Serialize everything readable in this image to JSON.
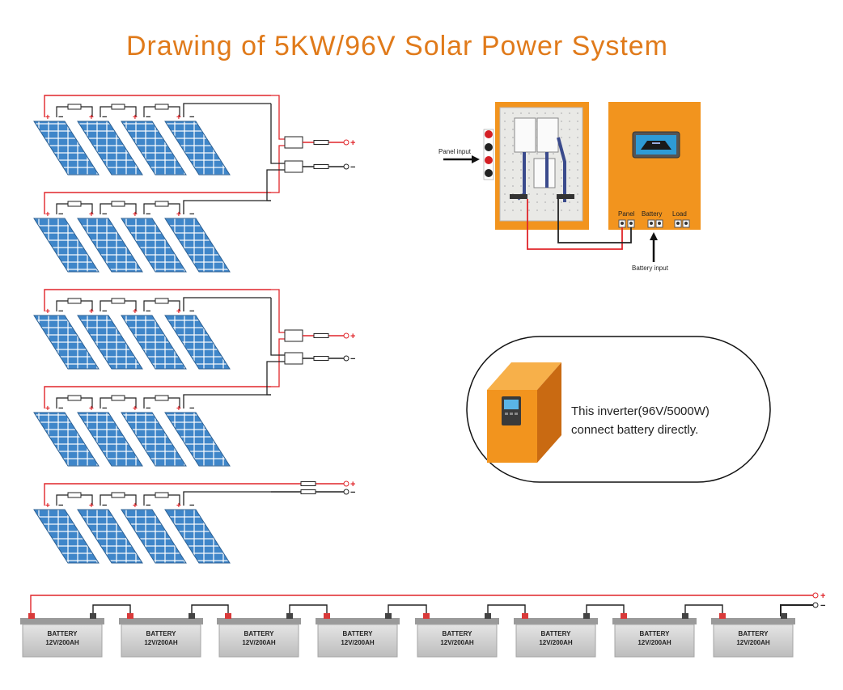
{
  "title": "Drawing of 5KW/96V Solar Power System",
  "labels": {
    "panel_input": "Panel input",
    "battery_input": "Battery input",
    "plus": "+",
    "minus": "−",
    "terminal_panel": "Panel",
    "terminal_battery": "Battery",
    "terminal_load": "Load"
  },
  "inverter_note": {
    "line1": "This inverter(96V/5000W)",
    "line2": "connect battery directly."
  },
  "battery": {
    "name": "BATTERY",
    "spec": "12V/200AH",
    "count": 8
  },
  "panel_rows": 5,
  "panels_per_row": 4,
  "colors": {
    "title": "#e07a1a",
    "orange_box": "#f2941e",
    "panel_blue": "#3f86c9",
    "wire_red": "#e0252a",
    "wire_black": "#222222",
    "battery_grey": "#c8c8c8"
  }
}
